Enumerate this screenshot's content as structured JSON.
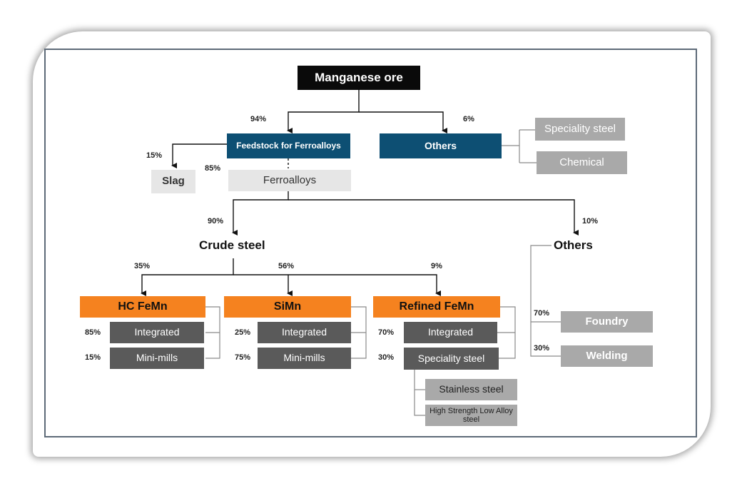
{
  "nodes": {
    "manganese_ore": "Manganese ore",
    "feedstock": "Feedstock for Ferroalloys",
    "others_top": "Others",
    "speciality_top": "Speciality steel",
    "chemical": "Chemical",
    "slag": "Slag",
    "ferroalloys": "Ferroalloys",
    "crude_steel": "Crude steel",
    "others_mid": "Others",
    "hc_femn": "HC FeMn",
    "simn": "SiMn",
    "refined_femn": "Refined FeMn",
    "hc_integrated": "Integrated",
    "hc_minimills": "Mini-mills",
    "simn_integrated": "Integrated",
    "simn_minimills": "Mini-mills",
    "ref_integrated": "Integrated",
    "ref_speciality": "Speciality steel",
    "stainless": "Stainless steel",
    "hsla": "High Strength Low Alloy steel",
    "foundry": "Foundry",
    "welding": "Welding"
  },
  "percentages": {
    "feedstock": "94%",
    "others_top": "6%",
    "slag": "15%",
    "ferroalloys": "85%",
    "crude_steel": "90%",
    "others_mid": "10%",
    "hc_femn": "35%",
    "simn": "56%",
    "refined_femn": "9%",
    "hc_integrated": "85%",
    "hc_minimills": "15%",
    "simn_integrated": "25%",
    "simn_minimills": "75%",
    "ref_integrated": "70%",
    "ref_speciality": "30%",
    "foundry": "70%",
    "welding": "30%"
  },
  "colors": {
    "black": "#0a0a0a",
    "navy": "#0d4f73",
    "orange": "#f5821f",
    "dark_gray": "#5a5a5a",
    "mid_gray": "#a9a9a9",
    "light_gray": "#e6e6e6"
  }
}
